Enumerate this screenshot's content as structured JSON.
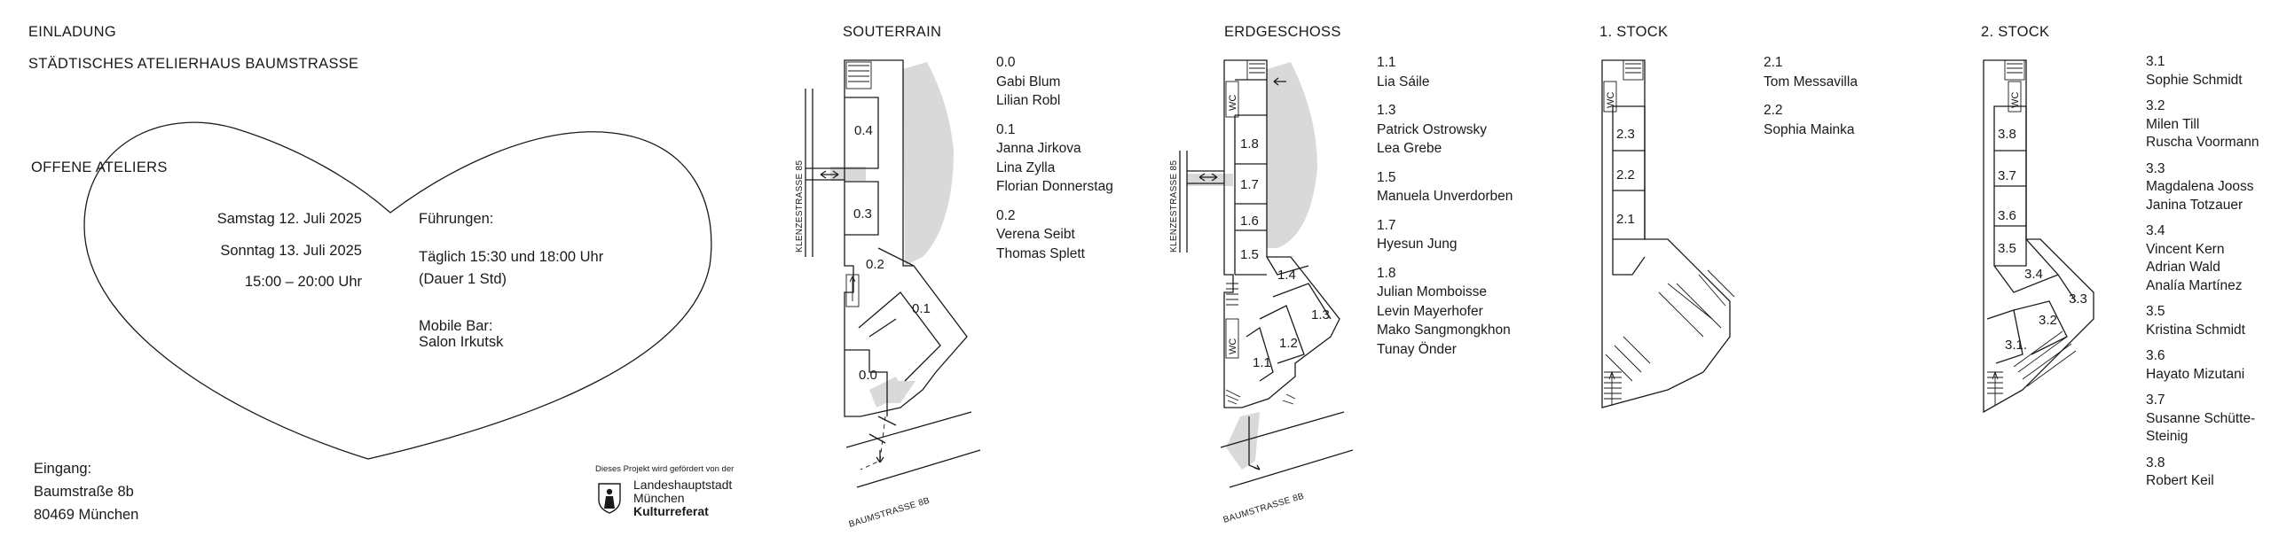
{
  "invite": {
    "einladung": "EINLADUNG",
    "venue": "STÄDTISCHES ATELIERHAUS BAUMSTRASSE",
    "event": "OFFENE ATELIERS",
    "dates": [
      "Samstag 12. Juli 2025",
      "Sonntag 13. Juli 2025",
      "15:00 – 20:00 Uhr"
    ],
    "tours_title": "Führungen:",
    "tours_lines": [
      "Täglich 15:30 und 18:00 Uhr",
      "(Dauer 1 Std)"
    ],
    "bar_title": "Mobile Bar:",
    "bar_name": "Salon Irkutsk",
    "entrance": [
      "Eingang:",
      "Baumstraße 8b",
      "80469 München"
    ]
  },
  "sponsor": {
    "note": "Dieses Projekt wird gefördert von der",
    "lines": [
      "Landeshauptstadt",
      "München"
    ],
    "dept": "Kulturreferat",
    "logo_icon": "munich-kindl-logo-icon"
  },
  "floors": {
    "souterrain": {
      "title": "SOUTERRAIN",
      "rooms": [
        "0.4",
        "0.3",
        "0.2",
        "0.1",
        "0.0"
      ],
      "streets": [
        "KLENZESTRASSE 85",
        "BAUMSTRASSE 8B"
      ],
      "legend": [
        {
          "num": "0.0",
          "names": [
            "Gabi Blum",
            "Lilian Robl"
          ]
        },
        {
          "num": "0.1",
          "names": [
            "Janna Jirkova",
            "Lina Zylla",
            "Florian Donnerstag"
          ]
        },
        {
          "num": "0.2",
          "names": [
            "Verena Seibt",
            "Thomas Splett"
          ]
        }
      ]
    },
    "erdgeschoss": {
      "title": "ERDGESCHOSS",
      "rooms": [
        "1.8",
        "1.7",
        "1.6",
        "1.5",
        "1.4",
        "1.3",
        "1.2",
        "1.1"
      ],
      "wc": "WC",
      "streets": [
        "KLENZESTRASSE 85",
        "BAUMSTRASSE 8B"
      ],
      "legend": [
        {
          "num": "1.1",
          "names": [
            "Lia Sáile"
          ]
        },
        {
          "num": "1.3",
          "names": [
            "Patrick Ostrowsky",
            "Lea Grebe"
          ]
        },
        {
          "num": "1.5",
          "names": [
            "Manuela Unverdorben"
          ]
        },
        {
          "num": "1.7",
          "names": [
            "Hyesun Jung"
          ]
        },
        {
          "num": "1.8",
          "names": [
            "Julian Momboisse",
            "Levin Mayerhofer",
            "Mako Sangmongkhon",
            "Tunay Önder"
          ]
        }
      ]
    },
    "stock1": {
      "title": "1. STOCK",
      "rooms": [
        "2.3",
        "2.2",
        "2.1"
      ],
      "wc": "WC",
      "legend": [
        {
          "num": "2.1",
          "names": [
            "Tom Messavilla"
          ]
        },
        {
          "num": "2.2",
          "names": [
            "Sophia Mainka"
          ]
        }
      ]
    },
    "stock2": {
      "title": "2. STOCK",
      "rooms": [
        "3.8",
        "3.7",
        "3.6",
        "3.5",
        "3.4",
        "3.3",
        "3.2",
        "3.1."
      ],
      "wc": "WC",
      "legend": [
        {
          "num": "3.1",
          "names": [
            "Sophie Schmidt"
          ]
        },
        {
          "num": "3.2",
          "names": [
            "Milen Till",
            "Ruscha Voormann"
          ]
        },
        {
          "num": "3.3",
          "names": [
            "Magdalena Jooss",
            "Janina Totzauer"
          ]
        },
        {
          "num": "3.4",
          "names": [
            "Vincent Kern",
            "Adrian Wald",
            "Analía Martínez"
          ]
        },
        {
          "num": "3.5",
          "names": [
            "Kristina Schmidt"
          ]
        },
        {
          "num": "3.6",
          "names": [
            "Hayato Mizutani"
          ]
        },
        {
          "num": "3.7",
          "names": [
            "Susanne Schütte-",
            "Steinig"
          ]
        },
        {
          "num": "3.8",
          "names": [
            "Robert Keil"
          ]
        }
      ]
    }
  }
}
